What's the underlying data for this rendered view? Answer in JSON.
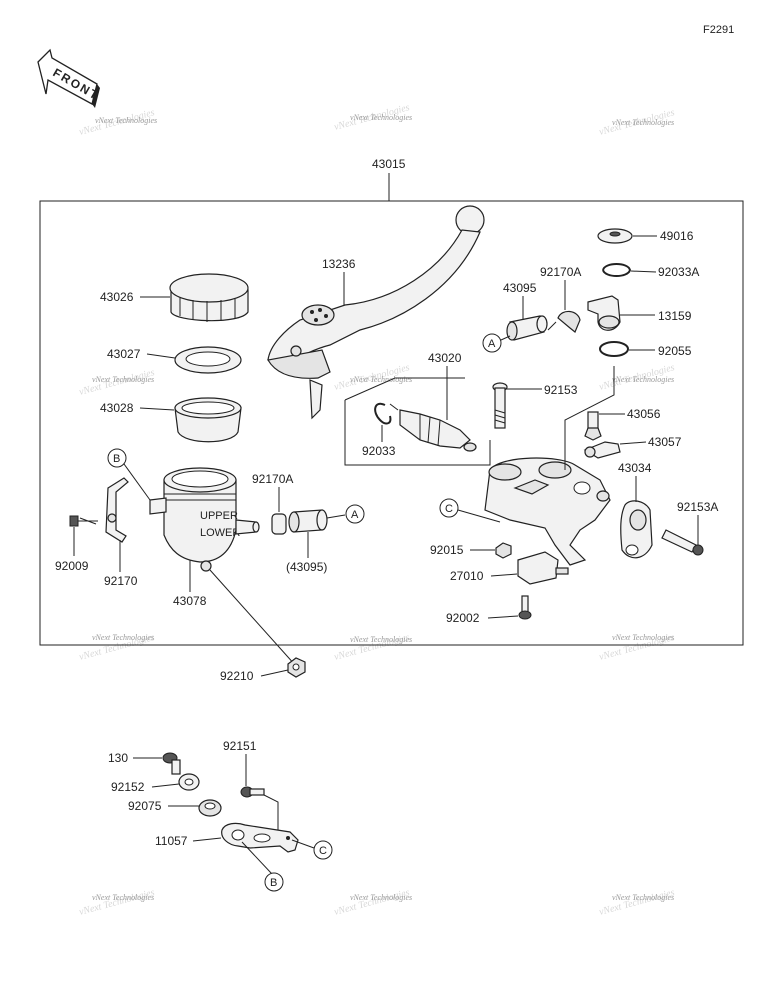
{
  "diagram_code": "F2291",
  "front_label": "FRONT",
  "watermark": "vNext Technologies",
  "assembly_number": "43015",
  "callouts": {
    "A": "A",
    "B": "B",
    "C": "C"
  },
  "parts": {
    "p49016": "49016",
    "p92033A": "92033A",
    "p13159": "13159",
    "p92055": "92055",
    "p92170A_top": "92170A",
    "p43095": "43095",
    "p13236": "13236",
    "p43026": "43026",
    "p43027": "43027",
    "p43028": "43028",
    "p43020": "43020",
    "p92153": "92153",
    "p43056": "43056",
    "p43057": "43057",
    "p43034": "43034",
    "p92153A": "92153A",
    "p92033": "92033",
    "p92170A_mid": "92170A",
    "p43095_paren": "(43095)",
    "p92009": "92009",
    "p92170": "92170",
    "p43078": "43078",
    "p92015": "92015",
    "p27010": "27010",
    "p92002": "92002",
    "p92210": "92210",
    "p92151": "92151",
    "p130": "130",
    "p92152": "92152",
    "p92075": "92075",
    "p11057": "11057"
  },
  "reservoir_text": {
    "upper": "UPPER",
    "lower": "LOWER"
  },
  "colors": {
    "line": "#222222",
    "part_fill": "#f2f2f2",
    "watermark": "#9a9a9a",
    "background": "#ffffff"
  }
}
